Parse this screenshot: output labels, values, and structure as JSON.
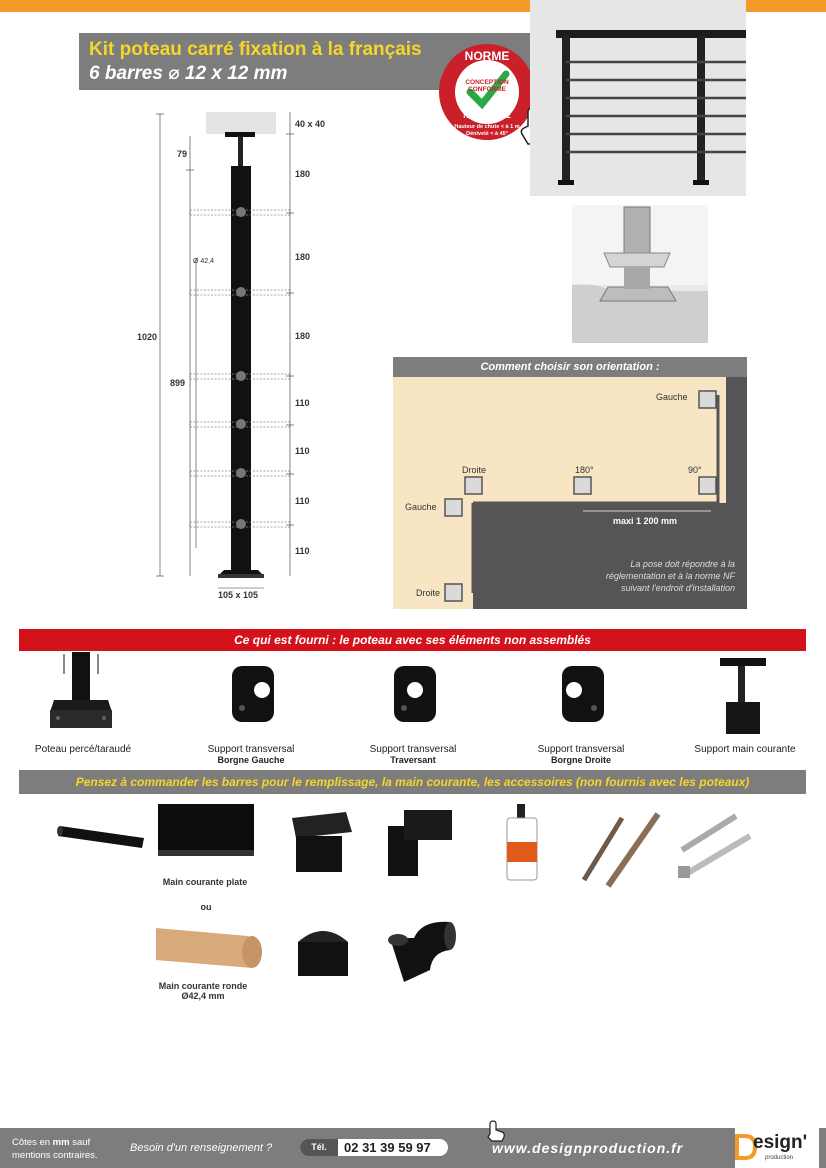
{
  "header": {
    "title_line1": "Kit poteau carré fixation à la français",
    "title_line2": "6 barres ⌀ 12 x 12 mm"
  },
  "badge": {
    "top": "NORME",
    "middle1": "CONCEPTION",
    "middle2": "CONFORME",
    "code": "NF P01 - 012",
    "line1": "Hauteur de chute < à 1 m",
    "line2": "Dénivelé < à 45°"
  },
  "diagram": {
    "top_plate": "40 x 40",
    "offset": "79",
    "gap1": "180",
    "gap2": "180",
    "gap3": "180",
    "gap4": "110",
    "gap5": "110",
    "gap6": "110",
    "gap7": "110",
    "diameter": "Ø 42,4",
    "total_height": "1020",
    "inner_height": "899",
    "base": "105 x 105"
  },
  "orientation": {
    "title": "Comment choisir son orientation :",
    "gauche_top": "Gauche",
    "droite_mid": "Droite",
    "deg180": "180°",
    "deg90": "90°",
    "gauche_left": "Gauche",
    "droite_bottom": "Droite",
    "maxi": "maxi 1 200 mm",
    "note": "La pose doit répondre à la réglementation et à la norme NF suivant l'endroit d'installation"
  },
  "supplied": {
    "title": "Ce qui est fourni : le poteau avec ses éléments non assemblés",
    "items": [
      {
        "line1": "Poteau percé/taraudé",
        "line2": ""
      },
      {
        "line1": "Support transversal",
        "line2": "Borgne Gauche"
      },
      {
        "line1": "Support transversal",
        "line2": "Traversant"
      },
      {
        "line1": "Support transversal",
        "line2": "Borgne Droite"
      },
      {
        "line1": "Support main courante",
        "line2": ""
      }
    ]
  },
  "accessories": {
    "title": "Pensez à commander les barres pour le remplissage, la main courante, les accessoires (non fournis avec les poteaux)",
    "flat_rail": "Main courante plate",
    "or": "ou",
    "round_rail_1": "Main courante ronde",
    "round_rail_2": "Ø42,4 mm"
  },
  "footer": {
    "note_a": "Côtes en ",
    "note_b": "mm",
    "note_c": " sauf",
    "note_d": "mentions contraires.",
    "question": "Besoin d'un renseignement ?",
    "tel_label": "Tél.",
    "tel": "02 31 39 59 97",
    "website": "www.designproduction.fr",
    "logo": "esign'",
    "logo_sub": "production"
  }
}
